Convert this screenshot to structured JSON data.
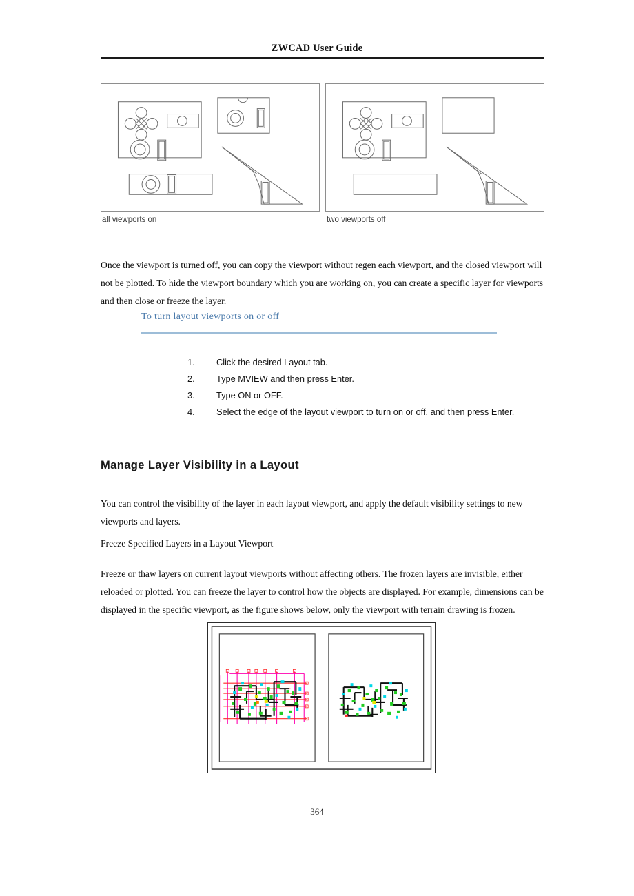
{
  "header": {
    "title": "ZWCAD User Guide"
  },
  "figure_top": {
    "caption_left": "all viewports on",
    "caption_right": "two viewports off",
    "stroke_color": "#6b6b6b",
    "border_color": "#8e8e8e"
  },
  "body": {
    "intro_paragraph": "Once the viewport is turned off, you can copy the viewport without regen each viewport, and the closed viewport will not be plotted. To hide the viewport boundary which you are working on, you can create a specific layer for viewports and then close or freeze the layer.",
    "manage_paragraph": "You can control the visibility of the layer in each layout viewport, and apply the default visibility settings to new viewports and layers.",
    "freeze_paragraph": "Freeze or thaw layers on current layout viewports without affecting others. The frozen layers are invisible, either reloaded or plotted. You can freeze the layer to control how the objects are displayed. For example, dimensions can be displayed in the specific viewport, as the figure shows below, only the viewport with terrain drawing is frozen."
  },
  "procedure": {
    "heading": "To turn layout viewports on or off",
    "heading_color": "#4a7aab",
    "rule_color": "#9dbdd8",
    "steps": [
      {
        "num": "1.",
        "text": "Click the desired Layout tab."
      },
      {
        "num": "2.",
        "text": "Type MVIEW and then press Enter."
      },
      {
        "num": "3.",
        "text": "Type ON or OFF."
      },
      {
        "num": "4.",
        "text": "Select the edge of the layout viewport to turn on or off, and then press Enter."
      }
    ]
  },
  "sections": {
    "manage_heading": "Manage Layer Visibility in a Layout",
    "freeze_heading": "Freeze Specified Layers in a Layout Viewport"
  },
  "figure_bottom": {
    "grid_color": "#ff00b0",
    "dim_color": "#ff2a2a",
    "wall_color": "#111111",
    "accent_green": "#22cc22",
    "accent_cyan": "#00d8e8",
    "accent_yellow": "#e8e800"
  },
  "footer": {
    "page_number": "364"
  }
}
